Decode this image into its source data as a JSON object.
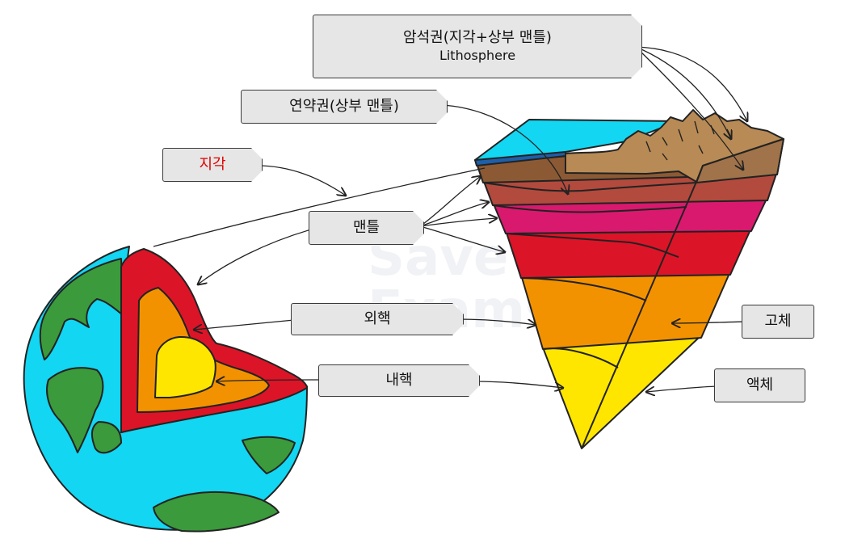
{
  "labels": {
    "lithosphere_ko": "암석권(지각+상부 맨틀)",
    "lithosphere_en": "Lithosphere",
    "asthenosphere": "연약권(상부 맨틀)",
    "crust": "지각",
    "mantle": "맨틀",
    "outer_core": "외핵",
    "inner_core": "내핵",
    "solid": "고체",
    "liquid": "액체"
  },
  "watermark": "Save My Exams",
  "colors": {
    "ocean": "#12d6f2",
    "land": "#3a9a3c",
    "crust_brown": "#b88a55",
    "upper_mantle": "#b24a3d",
    "asthenosphere": "#d9196e",
    "mantle": "#dc1427",
    "outer_core": "#f39200",
    "inner_core": "#ffe600",
    "label_bg": "#e6e6e6",
    "crust_label_text": "#e00000"
  }
}
